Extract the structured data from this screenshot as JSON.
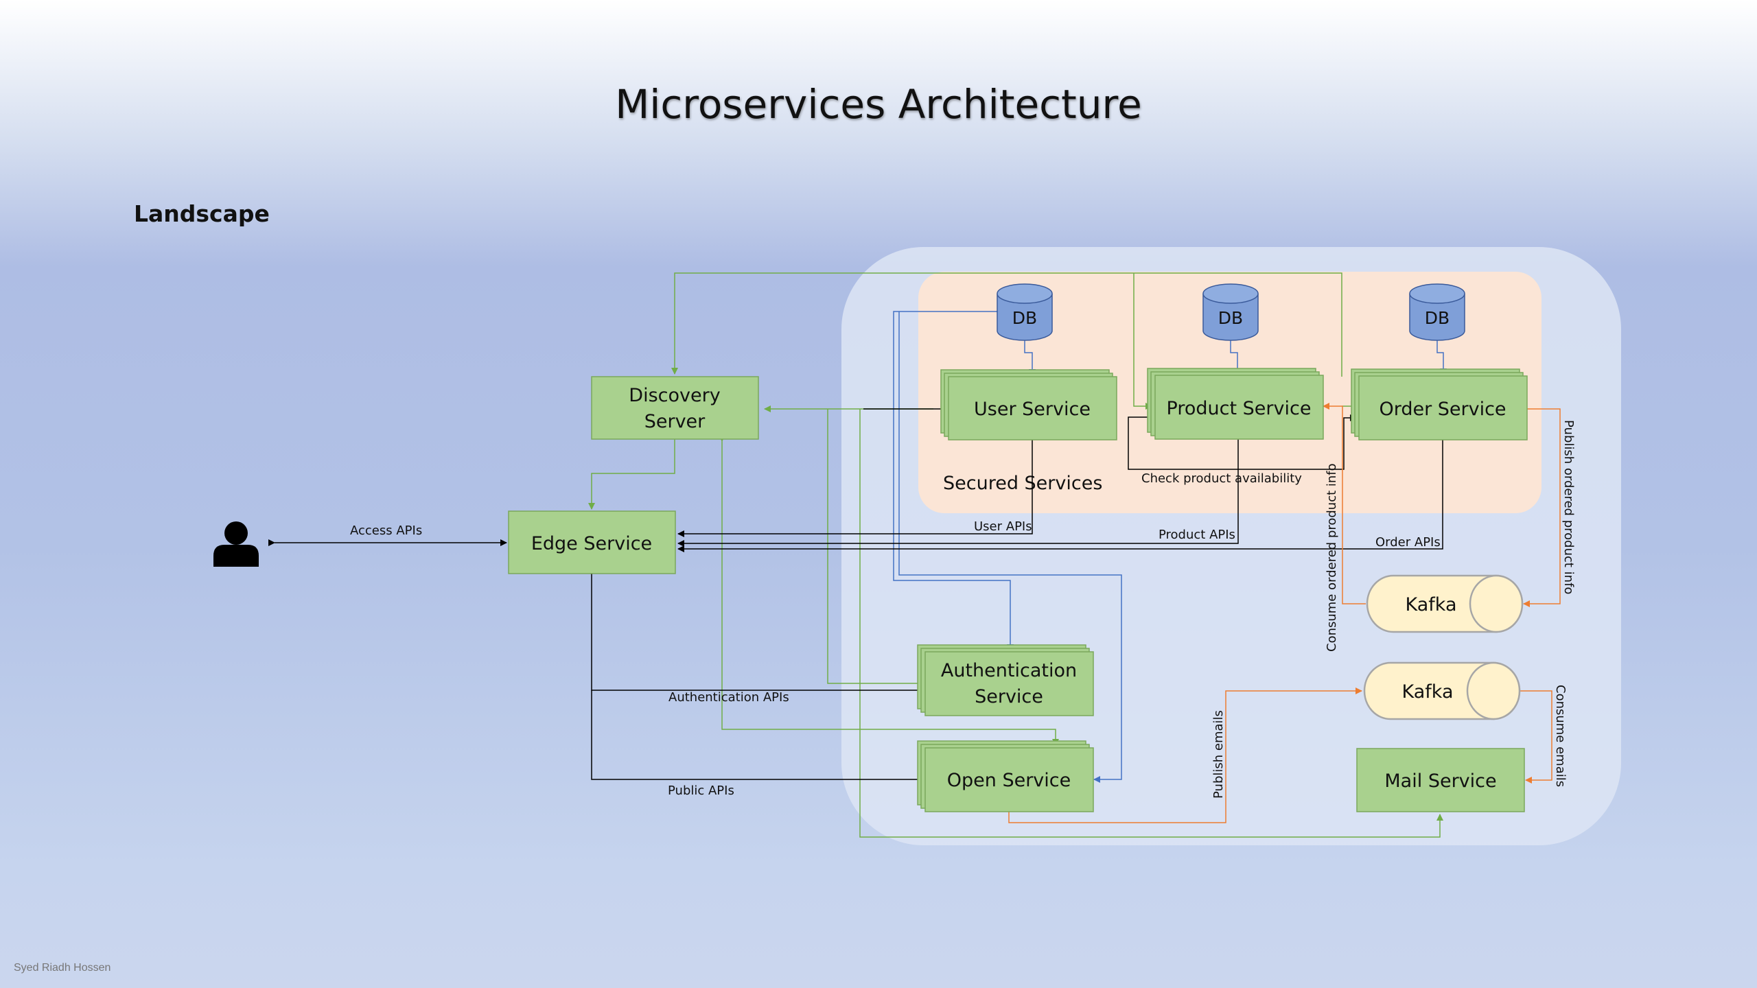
{
  "title": "Microservices Architecture",
  "subtitle": "Landscape",
  "author": "Syed Riadh Hossen",
  "colors": {
    "service_fill": "#a9d18e",
    "service_stroke": "#70a050",
    "db_fill": "#7f9fd8",
    "kafka_fill": "#fff2cc",
    "secured_area": "#fbe5d6",
    "platform_area": "#dae3f3",
    "arrow_black": "#000000",
    "arrow_green": "#70ad47",
    "arrow_blue": "#4472c4",
    "arrow_orange": "#ed7d31"
  },
  "actor": {
    "icon": "person-icon"
  },
  "groups": {
    "secured": "Secured Services"
  },
  "nodes": {
    "discovery": "Discovery Server",
    "edge": "Edge Service",
    "user": "User Service",
    "product": "Product Service",
    "order": "Order Service",
    "auth": "Authentication Service",
    "open": "Open Service",
    "mail": "Mail Service",
    "db_user": "DB",
    "db_product": "DB",
    "db_order": "DB",
    "kafka_1": "Kafka",
    "kafka_2": "Kafka"
  },
  "edges": {
    "access_apis": "Access APIs",
    "user_apis": "User APIs",
    "product_apis": "Product APIs",
    "order_apis": "Order APIs",
    "check_product": "Check product availability",
    "authentication_apis": "Authentication APIs",
    "public_apis": "Public APIs",
    "publish_ordered": "Publish ordered product info",
    "consume_ordered": "Consume ordered product info",
    "publish_emails": "Publish emails",
    "consume_emails": "Consume emails"
  }
}
